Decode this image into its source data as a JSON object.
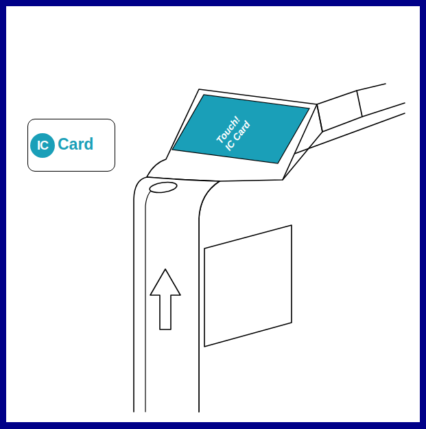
{
  "diagram": {
    "nodes": [
      {
        "text": [
          "Card"
        ]
      },
      {
        "text": [
          "IC"
        ],
        "in": 0
      },
      {
        "text": [
          "Touch! IC Card"
        ]
      }
    ]
  }
}
